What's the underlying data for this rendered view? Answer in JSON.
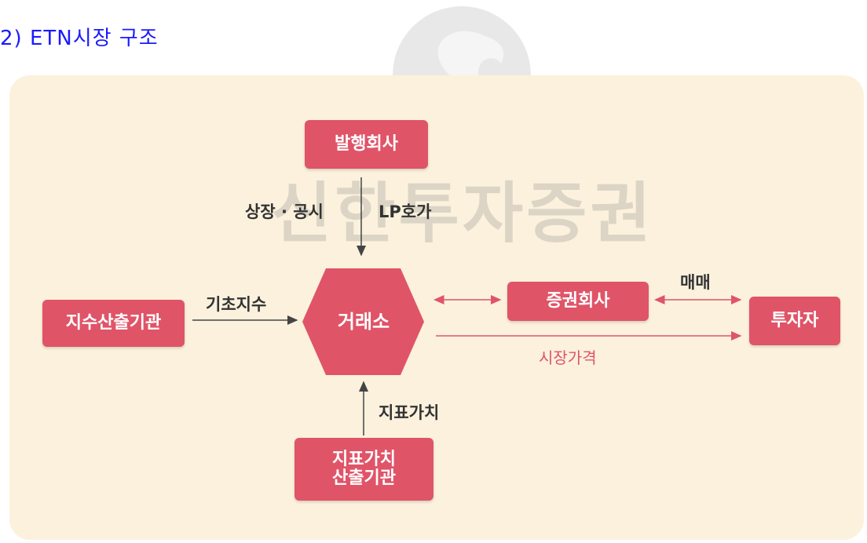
{
  "title": "2) ETN시장 구조",
  "watermark": "신한투자증권",
  "nodes": {
    "issuer": "발행회사",
    "exchange": "거래소",
    "index_provider": "지수산출기관",
    "brokerage": "증권회사",
    "investor": "투자자",
    "indicator_provider": "지표가치\n산출기관"
  },
  "edge_labels": {
    "listing": "상장 · 공시",
    "lp_quote": "LP호가",
    "base_index": "기초지수",
    "trading": "매매",
    "market_price": "시장가격",
    "indicator_value": "지표가치"
  },
  "colors": {
    "node": "#e05468",
    "panel": "#fbf1dd",
    "title": "#1a1aff"
  }
}
